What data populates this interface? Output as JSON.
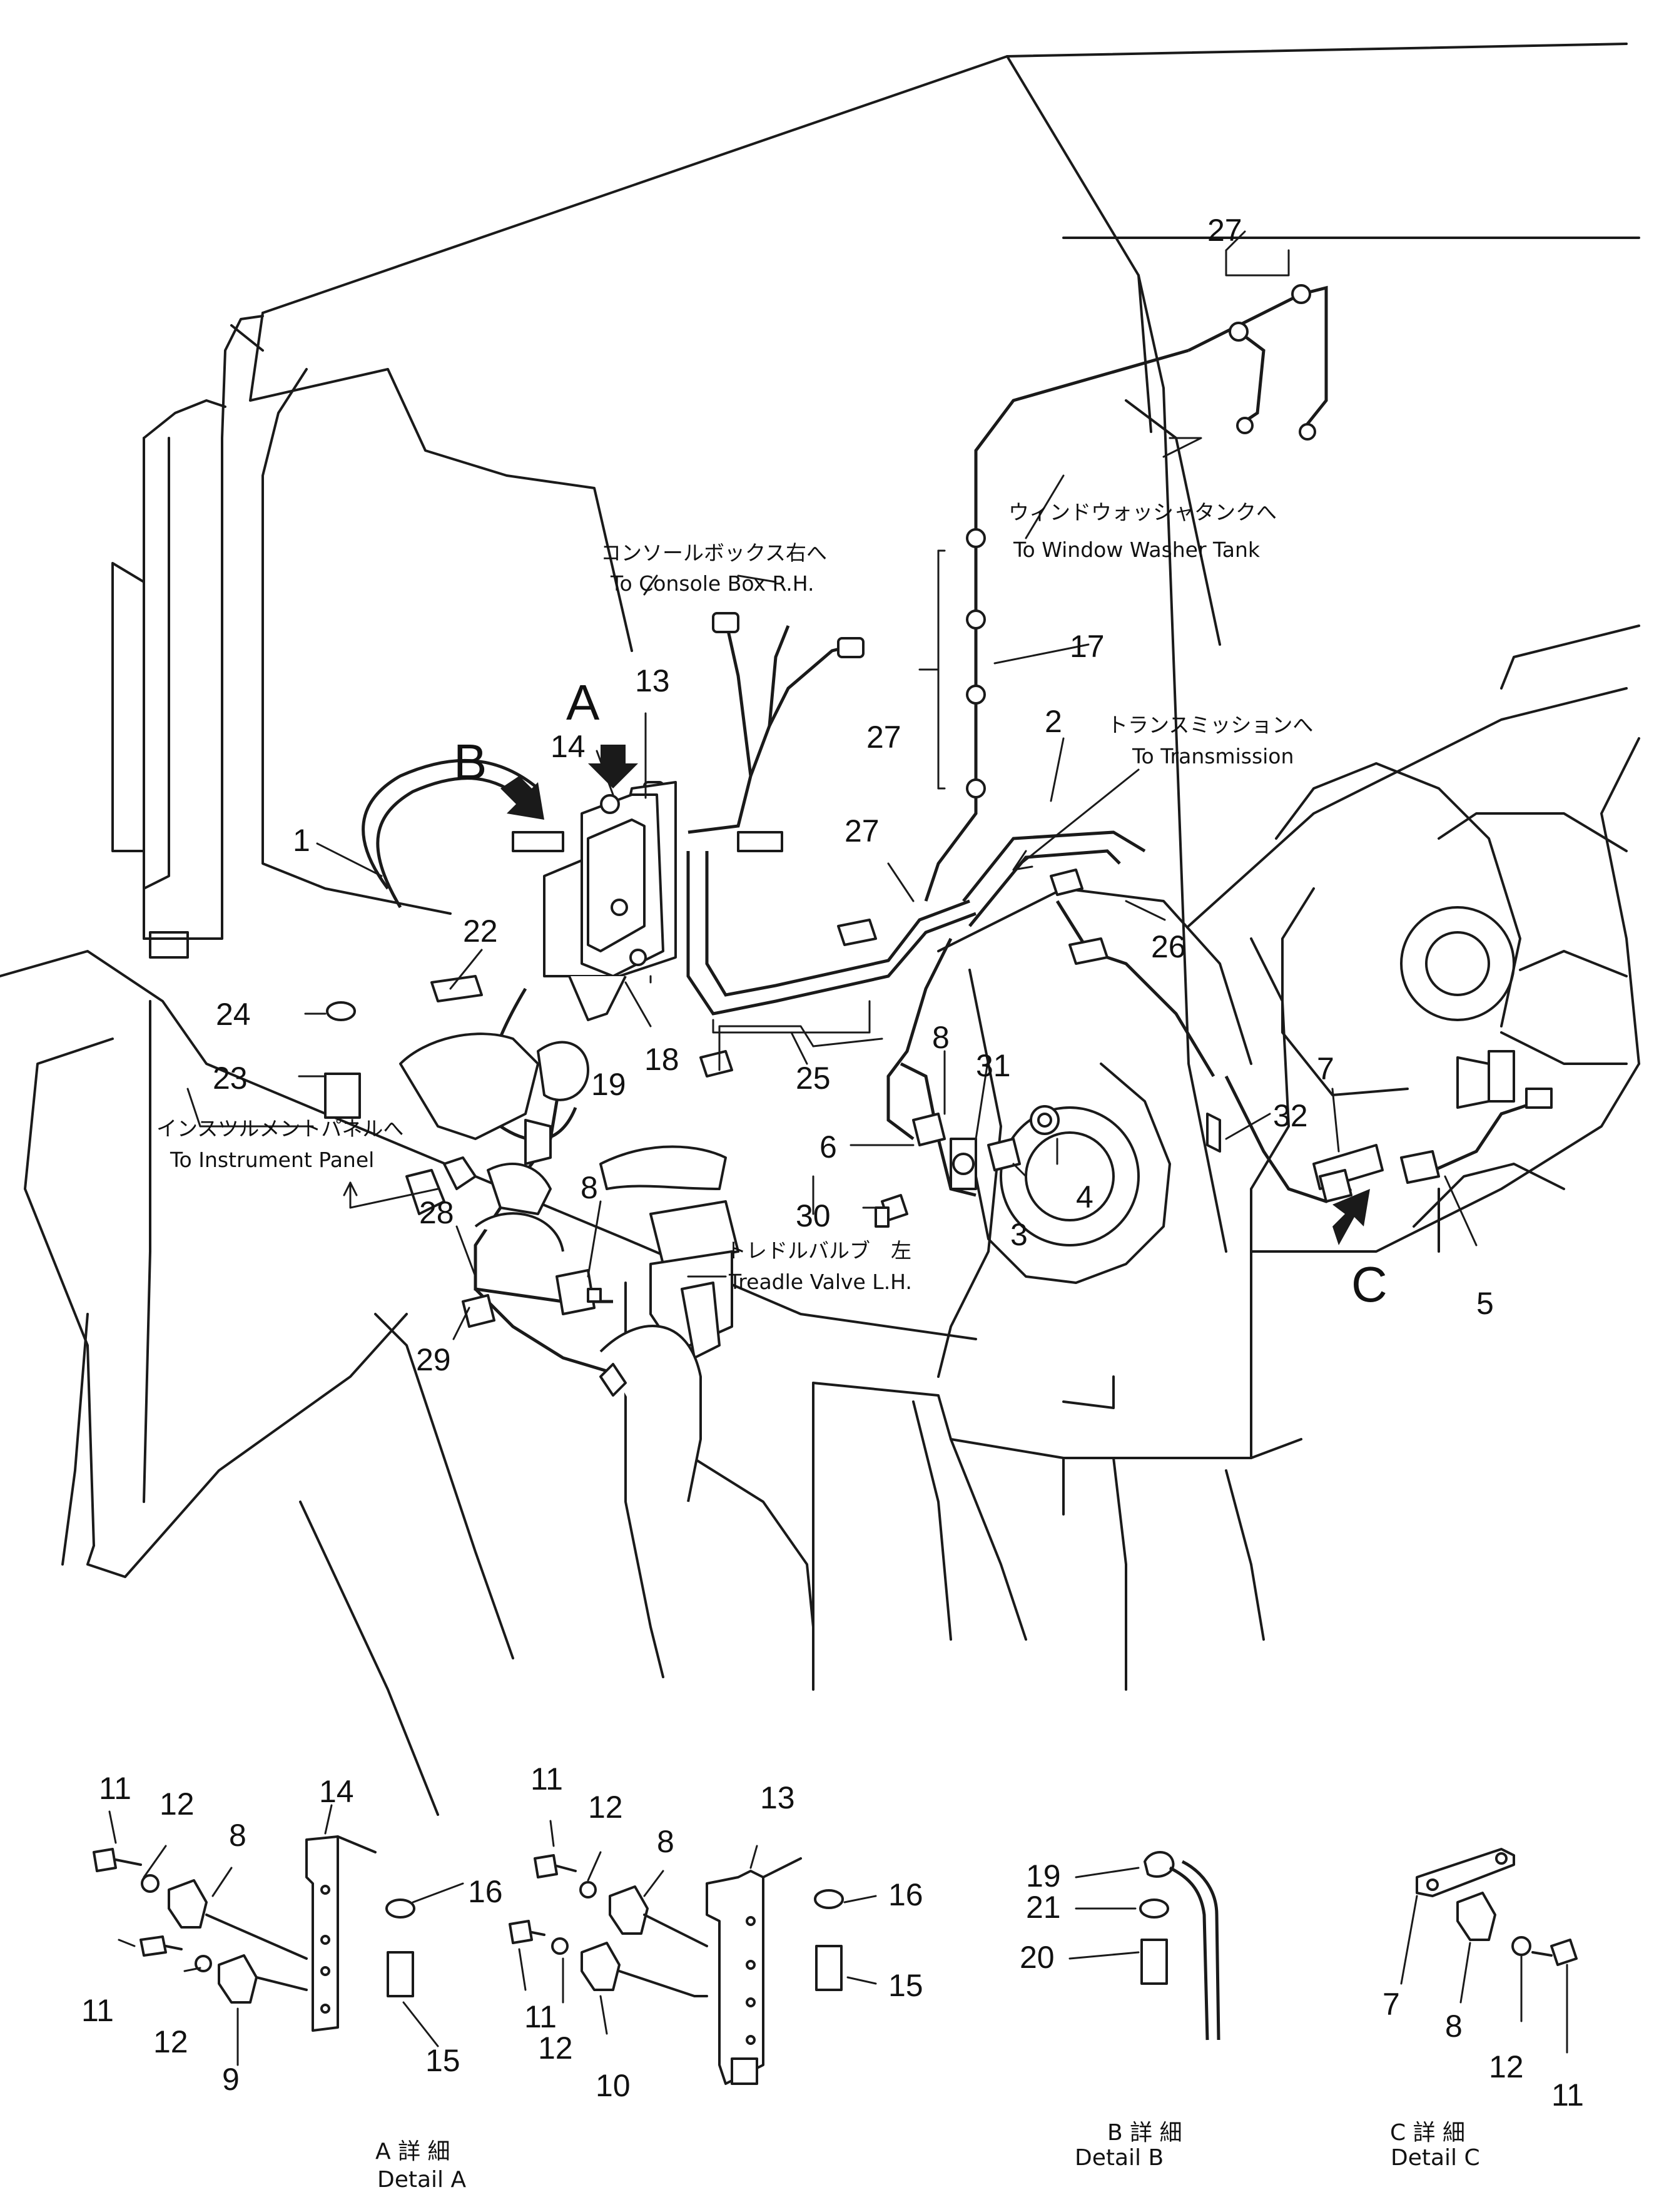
{
  "callouts": {
    "n1": "1",
    "n2": "2",
    "n3": "3",
    "n4": "4",
    "n5": "5",
    "n6": "6",
    "n7": "7",
    "n8a": "8",
    "n8b": "8",
    "n13": "13",
    "n14": "14",
    "n17": "17",
    "n18": "18",
    "n19": "19",
    "n22": "22",
    "n23": "23",
    "n24": "24",
    "n25": "25",
    "n26": "26",
    "n27a": "27",
    "n27b": "27",
    "n27c": "27",
    "n28": "28",
    "n29": "29",
    "n30": "30",
    "n31": "31",
    "n32": "32"
  },
  "view_letters": {
    "A": "A",
    "B": "B",
    "C": "C"
  },
  "destinations": {
    "console_jp": "コンソールボックス右へ",
    "console_en": "To Console Box R.H.",
    "washer_jp": "ウィンドウォッシャタンクへ",
    "washer_en": "To Window Washer Tank",
    "transmission_jp": "トランスミッションへ",
    "transmission_en": "To Transmission",
    "instrument_jp": "インスツルメントパネルへ",
    "instrument_en": "To Instrument Panel",
    "treadle_jp": "トレドルバルブ　左",
    "treadle_en": "Treadle Valve L.H."
  },
  "detail_a": {
    "title_jp": "A 詳 細",
    "title_en": "Detail A",
    "left": {
      "n11a": "11",
      "n12a": "12",
      "n8": "8",
      "n14": "14",
      "n16": "16",
      "n11b": "11",
      "n12b": "12",
      "n9": "9",
      "n15": "15"
    },
    "right": {
      "n11a": "11",
      "n12a": "12",
      "n8": "8",
      "n13": "13",
      "n16": "16",
      "n11b": "11",
      "n12b": "12",
      "n10": "10",
      "n15": "15"
    }
  },
  "detail_b": {
    "title_jp": "B 詳 細",
    "title_en": "Detail B",
    "n19": "19",
    "n21": "21",
    "n20": "20"
  },
  "detail_c": {
    "title_jp": "C 詳 細",
    "title_en": "Detail C",
    "n7": "7",
    "n8": "8",
    "n12": "12",
    "n11": "11"
  }
}
